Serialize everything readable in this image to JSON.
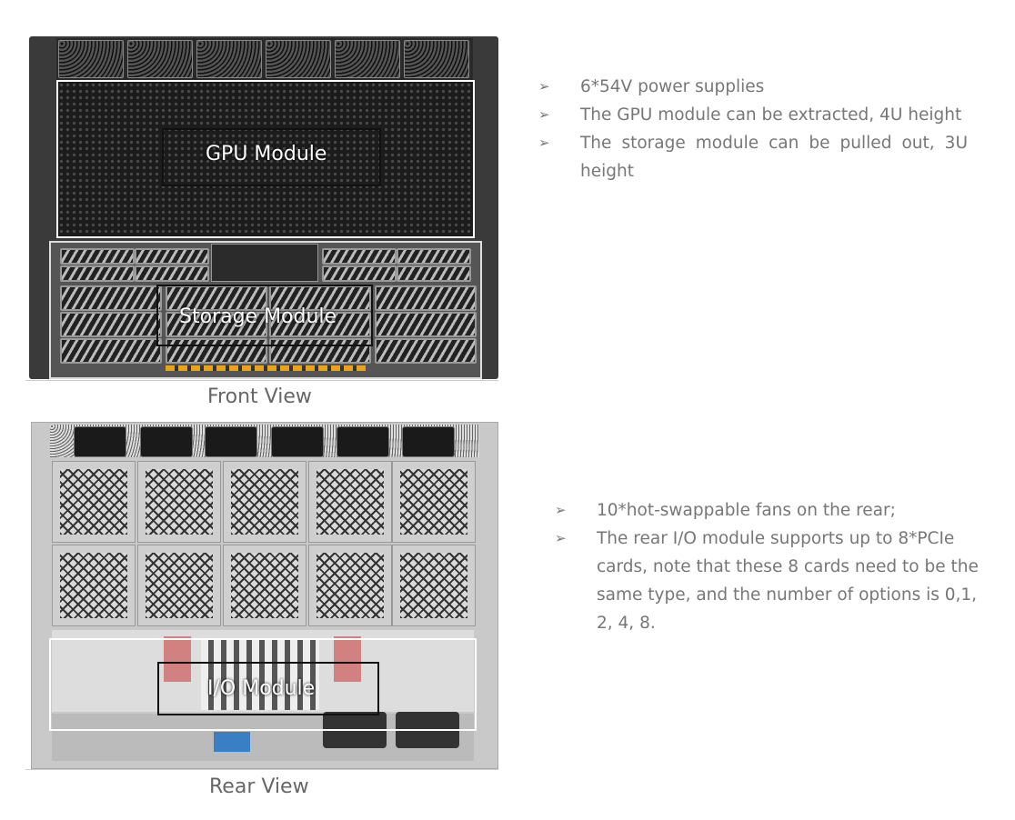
{
  "front": {
    "caption": "Front View",
    "gpu_label": "GPU Module",
    "storage_label": "Storage Module",
    "bullets": [
      "6*54V power supplies",
      "The GPU module can be extracted, 4U height",
      "The storage module can be pulled out, 3U height"
    ]
  },
  "rear": {
    "caption": "Rear View",
    "io_label": "I/O Module",
    "bullets": [
      "10*hot-swappable fans on the rear;",
      "The rear I/O module supports up to 8*PCIe cards, note that these 8 cards need to be the same type, and the number of options is 0,1, 2, 4, 8."
    ]
  },
  "bullet_icon": "arrowhead-bullet-icon"
}
